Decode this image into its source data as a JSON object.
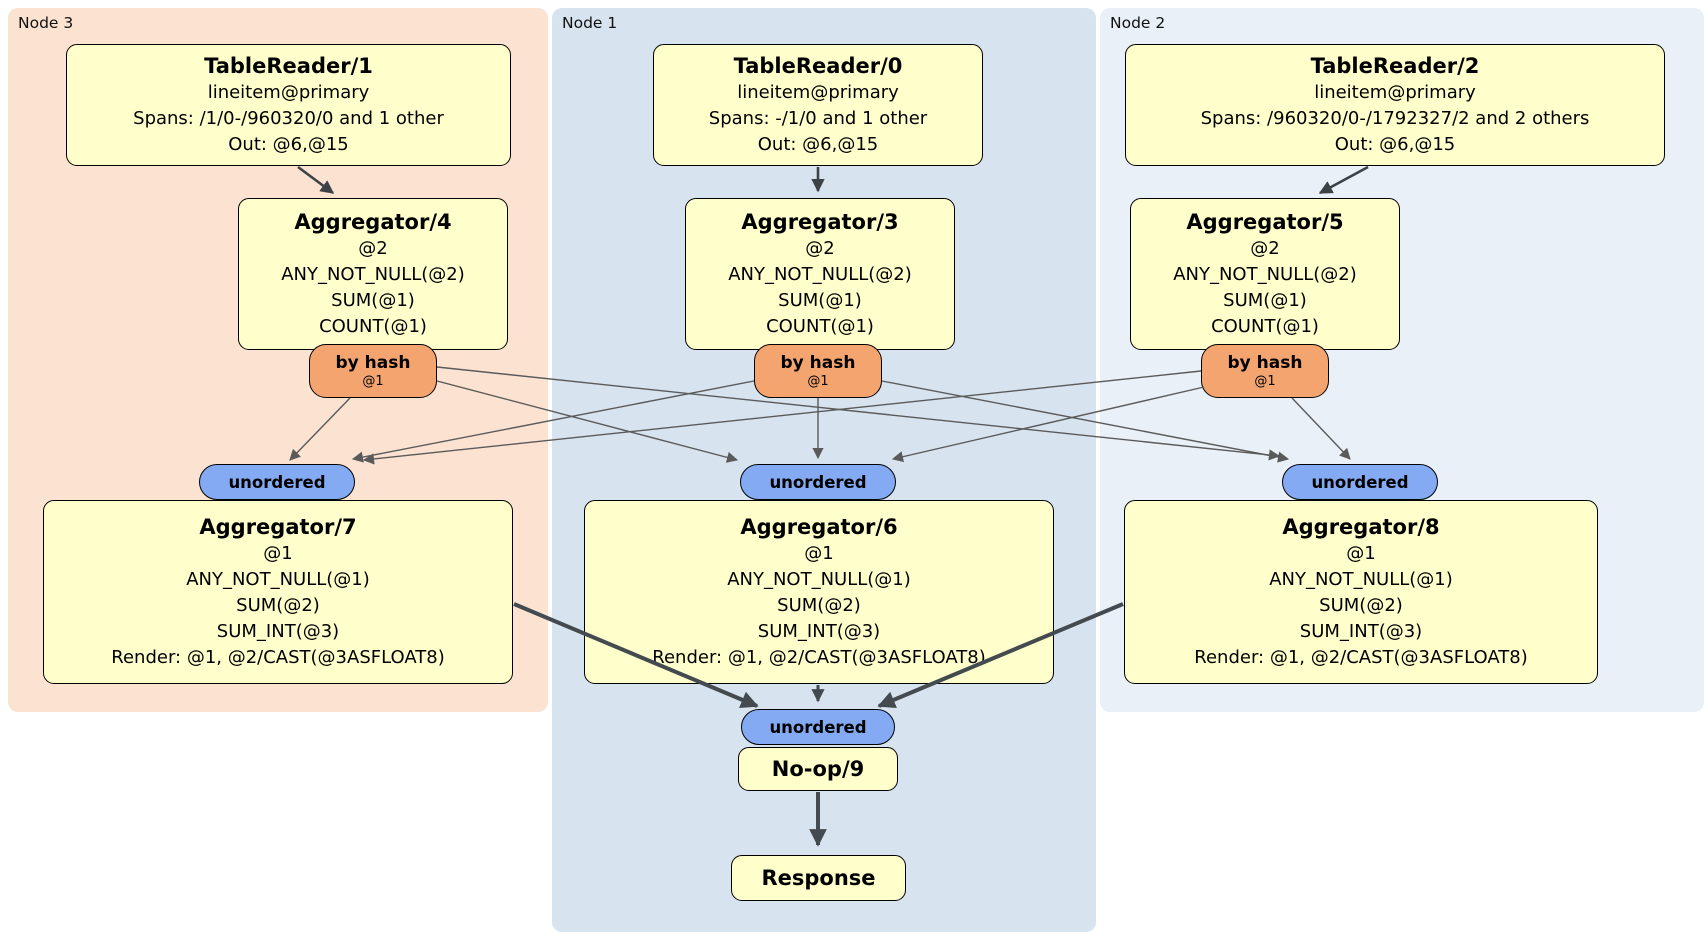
{
  "regions": {
    "node3": {
      "label": "Node 3",
      "color": "#fce2d0"
    },
    "node1": {
      "label": "Node 1",
      "color": "#d7e3ee"
    },
    "node2": {
      "label": "Node 2",
      "color": "#e9f0f8"
    }
  },
  "boxes": {
    "tr1": {
      "title": "TableReader/1",
      "lines": [
        "lineitem@primary",
        "Spans: /1/0-/960320/0 and 1 other",
        "Out: @6,@15"
      ]
    },
    "tr0": {
      "title": "TableReader/0",
      "lines": [
        "lineitem@primary",
        "Spans: -/1/0 and 1 other",
        "Out: @6,@15"
      ]
    },
    "tr2": {
      "title": "TableReader/2",
      "lines": [
        "lineitem@primary",
        "Spans: /960320/0-/1792327/2 and 2 others",
        "Out: @6,@15"
      ]
    },
    "agg4": {
      "title": "Aggregator/4",
      "lines": [
        "@2",
        "ANY_NOT_NULL(@2)",
        "SUM(@1)",
        "COUNT(@1)"
      ]
    },
    "agg3": {
      "title": "Aggregator/3",
      "lines": [
        "@2",
        "ANY_NOT_NULL(@2)",
        "SUM(@1)",
        "COUNT(@1)"
      ]
    },
    "agg5": {
      "title": "Aggregator/5",
      "lines": [
        "@2",
        "ANY_NOT_NULL(@2)",
        "SUM(@1)",
        "COUNT(@1)"
      ]
    },
    "agg7": {
      "title": "Aggregator/7",
      "lines": [
        "@1",
        "ANY_NOT_NULL(@1)",
        "SUM(@2)",
        "SUM_INT(@3)",
        "Render: @1, @2/CAST(@3ASFLOAT8)"
      ]
    },
    "agg6": {
      "title": "Aggregator/6",
      "lines": [
        "@1",
        "ANY_NOT_NULL(@1)",
        "SUM(@2)",
        "SUM_INT(@3)",
        "Render: @1, @2/CAST(@3ASFLOAT8)"
      ]
    },
    "agg8": {
      "title": "Aggregator/8",
      "lines": [
        "@1",
        "ANY_NOT_NULL(@1)",
        "SUM(@2)",
        "SUM_INT(@3)",
        "Render: @1, @2/CAST(@3ASFLOAT8)"
      ]
    },
    "noop": {
      "title": "No-op/9"
    },
    "response": {
      "title": "Response"
    }
  },
  "router_hash": {
    "label": "by hash",
    "arg": "@1"
  },
  "stream": {
    "unordered": "unordered"
  },
  "colors": {
    "plan_node_fill": "#ffffcc",
    "hash_router_fill": "#f4a46f",
    "unordered_stream_fill": "#83aaf2",
    "edge_thin": "#5a5a5a",
    "edge_thick": "#434a50",
    "region_node3": "#fce2d0",
    "region_node1": "#d7e3ee",
    "region_node2": "#e9f0f8"
  },
  "graph": {
    "edges": [
      {
        "from": "tablereader-1",
        "to": "aggregator-4"
      },
      {
        "from": "tablereader-0",
        "to": "aggregator-3"
      },
      {
        "from": "tablereader-2",
        "to": "aggregator-5"
      },
      {
        "from": "aggregator-4-by-hash",
        "to": "unordered-into-aggregator-7"
      },
      {
        "from": "aggregator-4-by-hash",
        "to": "unordered-into-aggregator-6"
      },
      {
        "from": "aggregator-4-by-hash",
        "to": "unordered-into-aggregator-8"
      },
      {
        "from": "aggregator-3-by-hash",
        "to": "unordered-into-aggregator-7"
      },
      {
        "from": "aggregator-3-by-hash",
        "to": "unordered-into-aggregator-6"
      },
      {
        "from": "aggregator-3-by-hash",
        "to": "unordered-into-aggregator-8"
      },
      {
        "from": "aggregator-5-by-hash",
        "to": "unordered-into-aggregator-7"
      },
      {
        "from": "aggregator-5-by-hash",
        "to": "unordered-into-aggregator-6"
      },
      {
        "from": "aggregator-5-by-hash",
        "to": "unordered-into-aggregator-8"
      },
      {
        "from": "aggregator-7",
        "to": "unordered-into-no-op-9"
      },
      {
        "from": "aggregator-6",
        "to": "unordered-into-no-op-9"
      },
      {
        "from": "aggregator-8",
        "to": "unordered-into-no-op-9"
      },
      {
        "from": "no-op-9",
        "to": "response"
      }
    ]
  }
}
